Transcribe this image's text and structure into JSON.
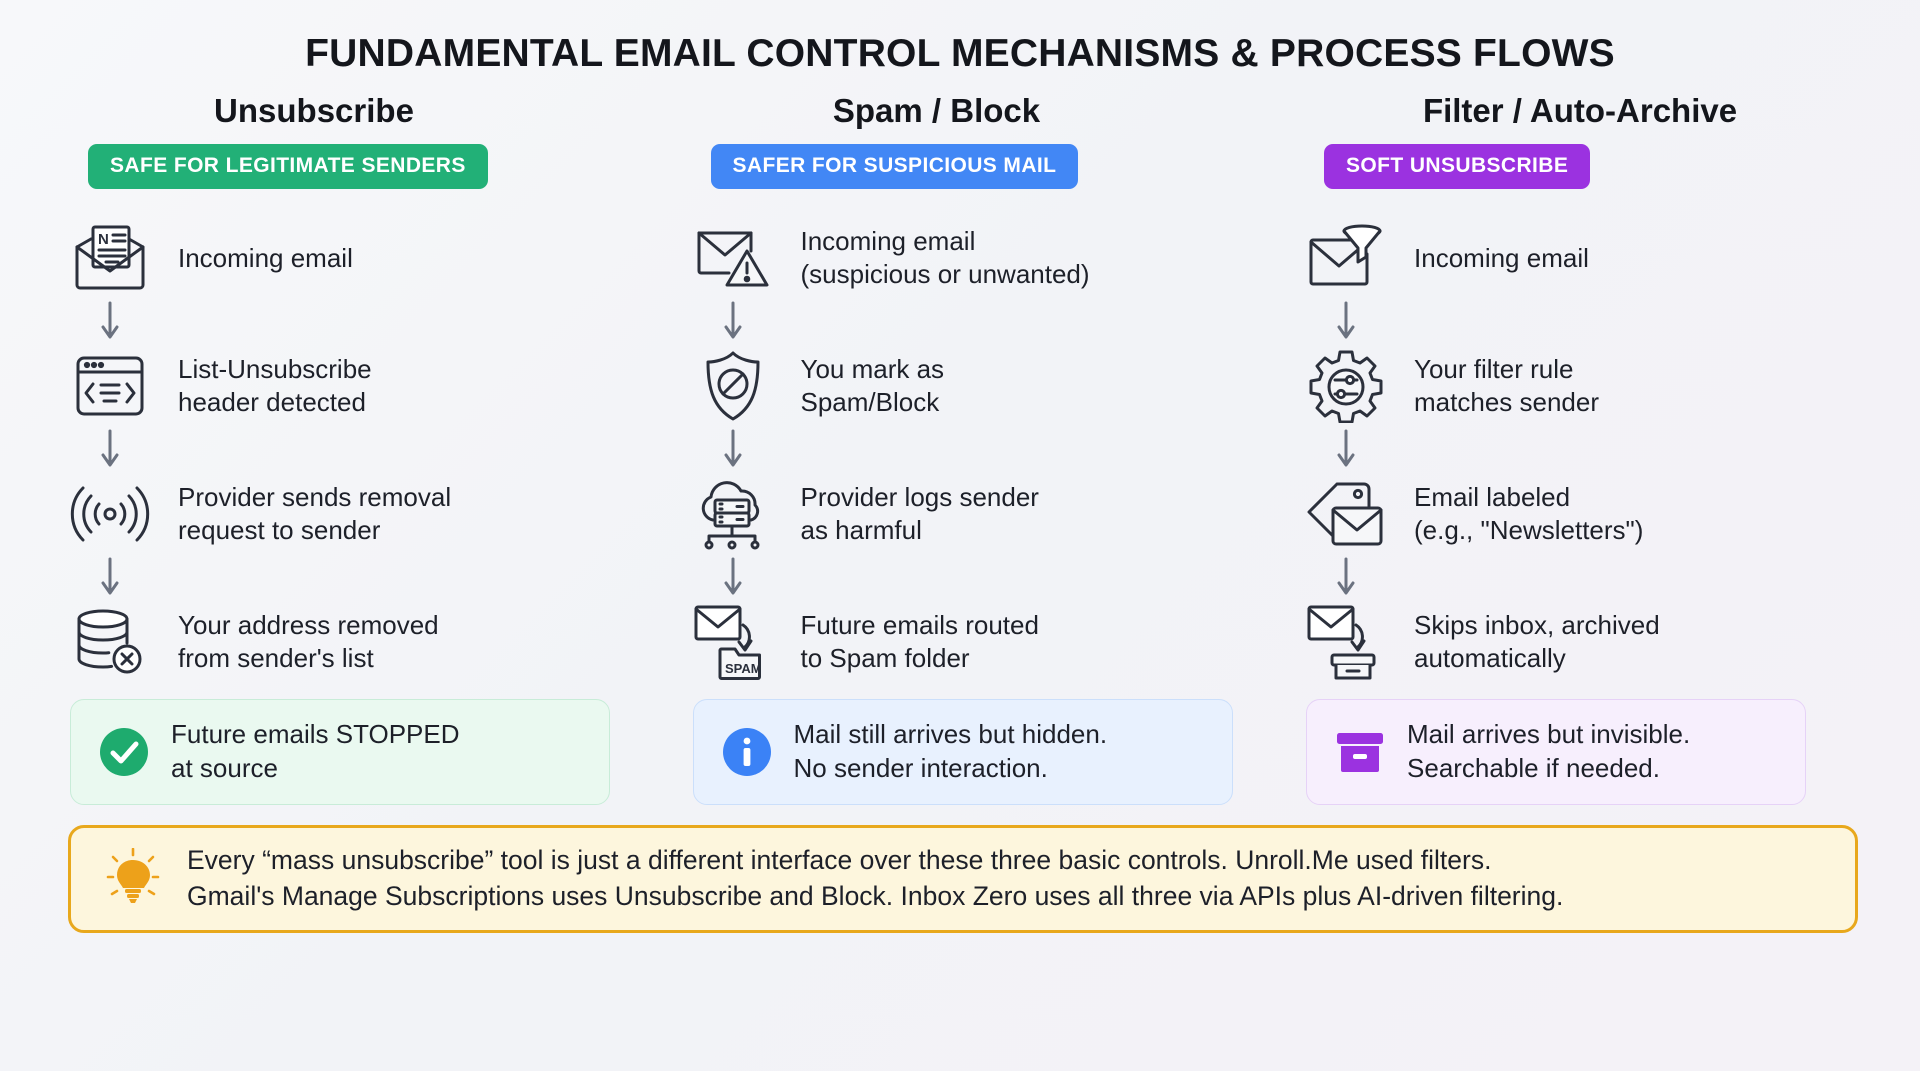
{
  "title": "FUNDAMENTAL EMAIL CONTROL MECHANISMS & PROCESS FLOWS",
  "colors": {
    "green": "#22b077",
    "blue": "#4287f5",
    "purple": "#9b32e0",
    "amber": "#e8a81c",
    "icon_stroke": "#2b303c"
  },
  "columns": [
    {
      "heading": "Unsubscribe",
      "badge": "SAFE FOR LEGITIMATE SENDERS",
      "badge_color": "#22b077",
      "steps": [
        {
          "icon": "newsletter-envelope-icon",
          "text": "Incoming email"
        },
        {
          "icon": "code-window-icon",
          "text": "List-Unsubscribe\nheader detected"
        },
        {
          "icon": "broadcast-signal-icon",
          "text": "Provider sends removal\nrequest to sender"
        },
        {
          "icon": "database-remove-icon",
          "text": "Your address removed\nfrom sender's list"
        }
      ],
      "result": {
        "icon": "check-circle-icon",
        "text": "Future emails STOPPED\nat source",
        "color": "#22b077"
      }
    },
    {
      "heading": "Spam / Block",
      "badge": "SAFER FOR SUSPICIOUS MAIL",
      "badge_color": "#4287f5",
      "steps": [
        {
          "icon": "envelope-warning-icon",
          "text": "Incoming email\n(suspicious or unwanted)"
        },
        {
          "icon": "shield-block-icon",
          "text": "You mark as\nSpam/Block"
        },
        {
          "icon": "cloud-server-icon",
          "text": "Provider logs sender\nas harmful"
        },
        {
          "icon": "envelope-to-spam-folder-icon",
          "text": "Future emails routed\nto Spam folder",
          "folder_label": "SPAM"
        }
      ],
      "result": {
        "icon": "info-circle-icon",
        "text": "Mail still arrives but hidden.\nNo sender interaction.",
        "color": "#4287f5"
      }
    },
    {
      "heading": "Filter / Auto-Archive",
      "badge": "SOFT UNSUBSCRIBE",
      "badge_color": "#9b32e0",
      "steps": [
        {
          "icon": "envelope-funnel-icon",
          "text": "Incoming email"
        },
        {
          "icon": "gear-sliders-icon",
          "text": "Your filter rule\nmatches sender"
        },
        {
          "icon": "label-tag-envelope-icon",
          "text": "Email labeled\n(e.g., \"Newsletters\")"
        },
        {
          "icon": "envelope-to-archive-box-icon",
          "text": "Skips inbox, archived\nautomatically"
        }
      ],
      "result": {
        "icon": "archive-box-icon",
        "text": "Mail arrives but invisible.\nSearchable if needed.",
        "color": "#9b32e0"
      }
    }
  ],
  "footer": {
    "icon": "lightbulb-icon",
    "text": "Every “mass unsubscribe” tool is just a different interface over these three basic controls. Unroll.Me used filters.\nGmail's Manage Subscriptions uses Unsubscribe and Block. Inbox Zero uses all three via APIs plus AI-driven filtering."
  }
}
